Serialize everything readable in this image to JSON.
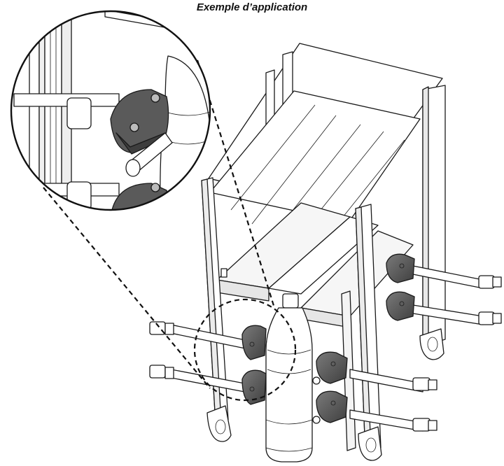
{
  "caption": "Exemple d’application",
  "colors": {
    "outline": "#1a1a1a",
    "guide_dark": "#4d4d4d",
    "guide_light": "#8a8a8a",
    "background": "#ffffff"
  },
  "icons": [
    "magnifier-detail-circle",
    "bottle",
    "roller-guide",
    "adjustment-rod"
  ]
}
